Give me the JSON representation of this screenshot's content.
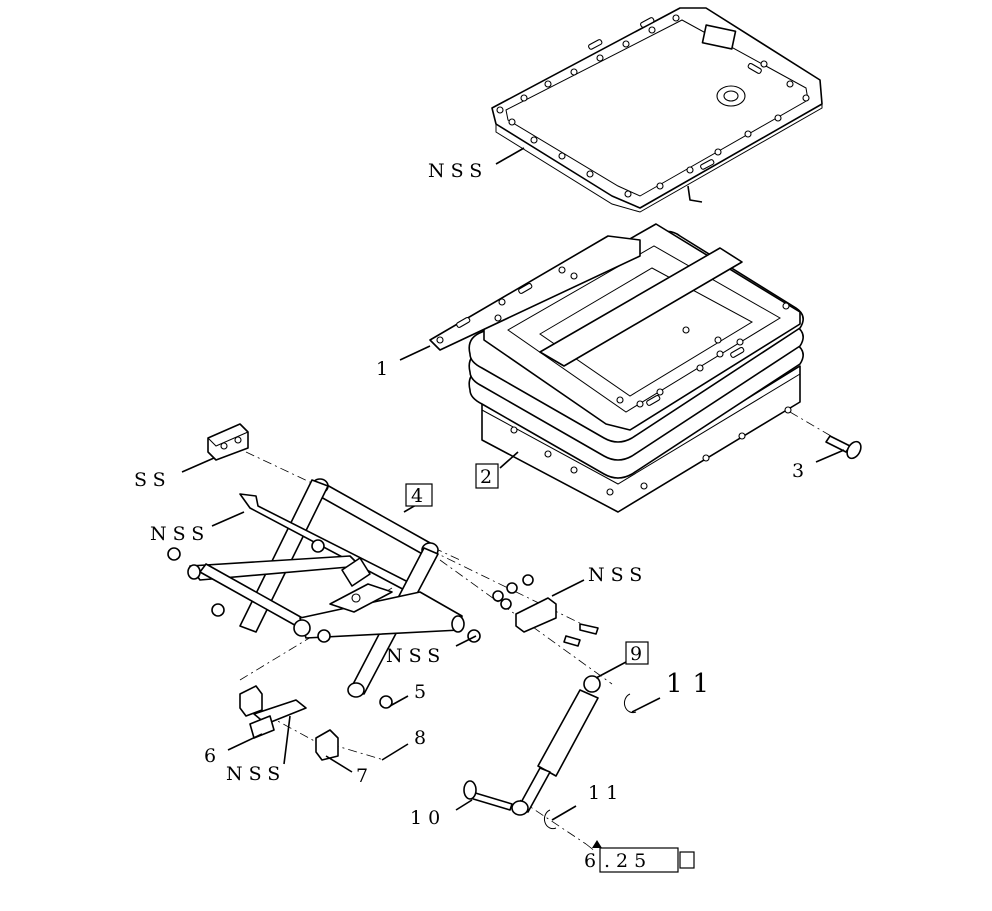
{
  "labels": {
    "nss_top": "NSS",
    "part_1": "1",
    "part_2": "2",
    "part_3": "3",
    "ss": "SS",
    "part_4": "4",
    "nss_left": "NSS",
    "nss_right": "NSS",
    "nss_mid": "NSS",
    "part_5": "5",
    "part_9": "9",
    "part_11_big": "11",
    "part_6": "6",
    "part_8": "8",
    "nss_bottom": "NSS",
    "part_7": "7",
    "part_11_small": "11",
    "part_10": "10",
    "ref_prefix": "6",
    "ref_value": ".25"
  }
}
